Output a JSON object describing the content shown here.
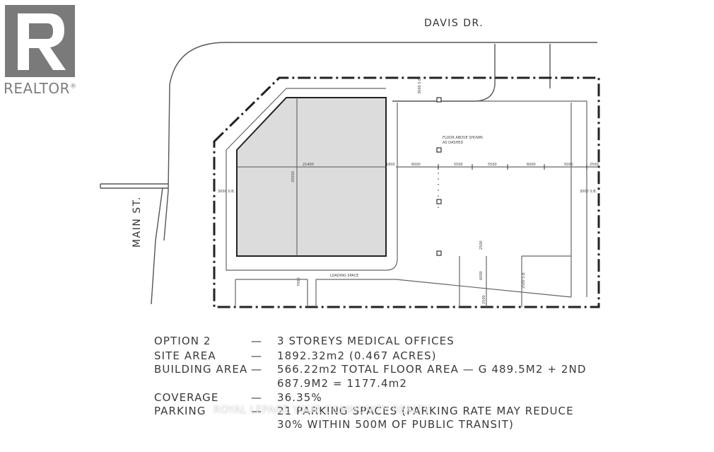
{
  "branding": {
    "logo_text": "REALTOR",
    "registered_mark": "®",
    "watermark": "ROYAL LEPAGE YOUR COMMUNITY REALTY"
  },
  "streets": {
    "north": "DAVIS DR.",
    "west": "MAIN ST."
  },
  "plan_labels": {
    "loading": "LOADING SPACE",
    "floor_above": "FLOOR ABOVE SHOWN",
    "as_dashed": "AS DASHED",
    "setback_west": "3000 S.B.",
    "setback_north": "3000 S.B.",
    "setback_east": "3000 S.B.",
    "setback_south_east": "2500 S.B.",
    "dim_21400": "21400",
    "dim_1800": "1800",
    "dim_6000a": "6000",
    "dim_5500a": "5500",
    "dim_5500b": "5500",
    "dim_6000b": "6000",
    "dim_5000": "5000",
    "dim_2500": "2500",
    "dim_20500": "20500",
    "dim_7000": "7000",
    "dim_2500v": "2500",
    "dim_6000v": "6000",
    "dim_2500s": "2500"
  },
  "notes": [
    {
      "label": "OPTION 2",
      "dash": "—",
      "value": "3 STOREYS MEDICAL OFFICES"
    },
    {
      "label": "SITE AREA",
      "dash": "—",
      "value": "1892.32m2 (0.467 ACRES)"
    },
    {
      "label": "BUILDING AREA",
      "dash": "—",
      "value": "566.22m2  TOTAL FLOOR AREA — G 489.5M2 + 2ND"
    },
    {
      "label": "",
      "dash": "",
      "value": "687.9M2 = 1177.4m2"
    },
    {
      "label": "COVERAGE",
      "dash": "—",
      "value": "36.35%"
    },
    {
      "label": "PARKING",
      "dash": "—",
      "value": "21 PARKING SPACES (PARKING RATE MAY REDUCE"
    },
    {
      "label": "",
      "dash": "",
      "value": "30% WITHIN 500M OF PUBLIC TRANSIT)"
    }
  ]
}
